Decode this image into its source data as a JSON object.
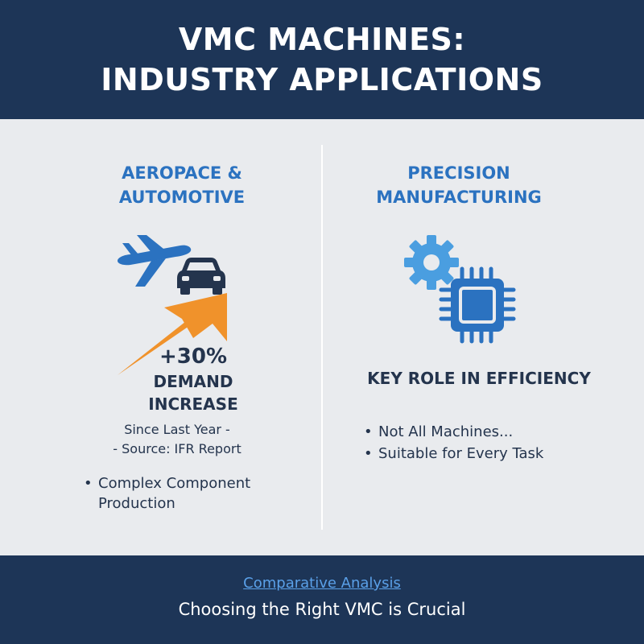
{
  "header": {
    "title_line1": "VMC MACHINES:",
    "title_line2": "INDUSTRY APPLICATIONS"
  },
  "left": {
    "title_line1": "AEROPACE &",
    "title_line2": "AUTOMOTIVE",
    "stat_value": "+30%",
    "stat_label_line1": "DEMAND",
    "stat_label_line2": "INCREASE",
    "note_line1": "Since Last Year -",
    "note_line2": "- Source: IFR Report",
    "bullets": [
      {
        "line1": "Complex Component",
        "line2": "Production"
      }
    ],
    "icons": [
      "airplane-icon",
      "car-icon",
      "growth-arrow-icon"
    ]
  },
  "right": {
    "title_line1": "PRECISION",
    "title_line2": "MANUFACTURING",
    "key_role": "KEY ROLE IN EFFICIENCY",
    "bullets": [
      "Not All Machines...",
      "Suitable for Every Task"
    ],
    "icons": [
      "gear-icon",
      "microchip-icon"
    ]
  },
  "footer": {
    "link": "Comparative Analysis",
    "tagline": "Choosing the Right VMC is Crucial"
  },
  "colors": {
    "navy": "#1d3557",
    "accent_blue": "#2b72c0",
    "orange": "#f0922b",
    "dark_text": "#24344d",
    "link_blue": "#5aa0e8"
  }
}
